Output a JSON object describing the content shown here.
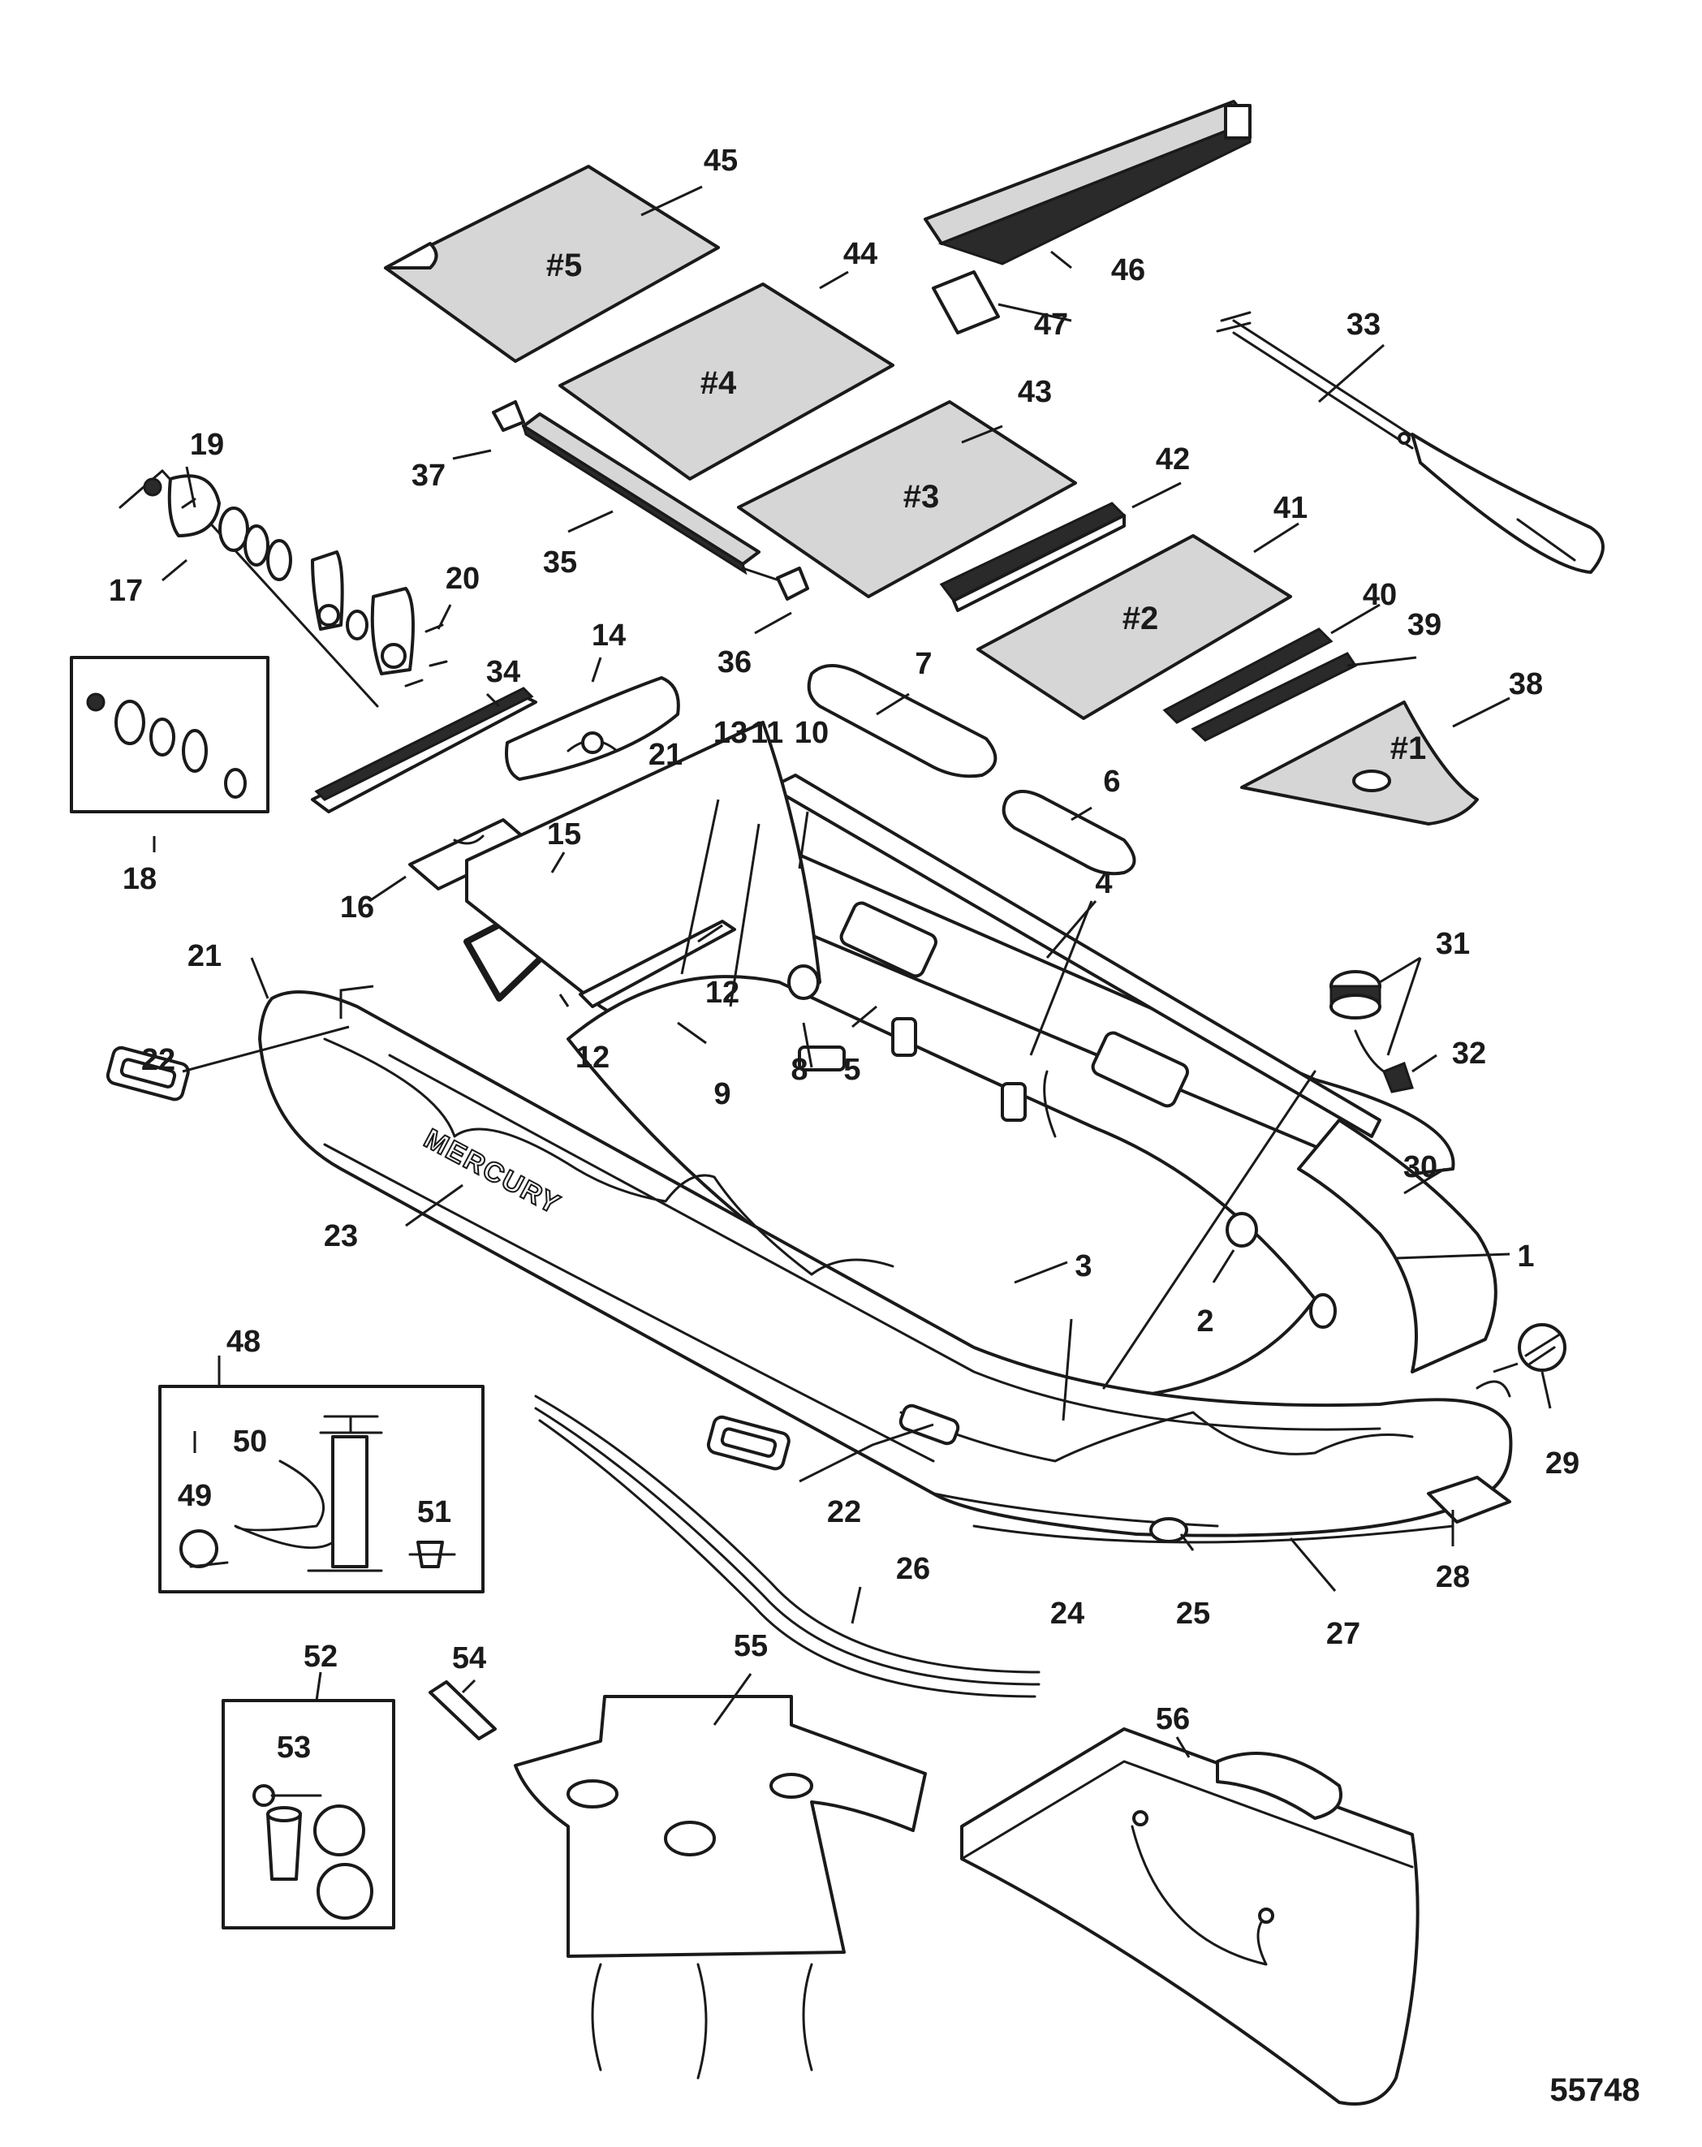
{
  "diagram": {
    "reference_number": "55748",
    "brand_mark": "MERCURY",
    "floor_panels": [
      "#5",
      "#4",
      "#3",
      "#2",
      "#1"
    ],
    "callouts": {
      "c1": "1",
      "c2": "2",
      "c3": "3",
      "c4": "4",
      "c5": "5",
      "c6": "6",
      "c7": "7",
      "c8": "8",
      "c9": "9",
      "c10": "10",
      "c11": "11",
      "c12a": "12",
      "c12b": "12",
      "c13": "13",
      "c14": "14",
      "c15": "15",
      "c16": "16",
      "c17": "17",
      "c18": "18",
      "c19": "19",
      "c20": "20",
      "c21a": "21",
      "c21b": "21",
      "c22a": "22",
      "c22b": "22",
      "c23": "23",
      "c24": "24",
      "c25": "25",
      "c26": "26",
      "c27": "27",
      "c28": "28",
      "c29": "29",
      "c30": "30",
      "c31": "31",
      "c32": "32",
      "c33": "33",
      "c34": "34",
      "c35": "35",
      "c36": "36",
      "c37": "37",
      "c38": "38",
      "c39": "39",
      "c40": "40",
      "c41": "41",
      "c42": "42",
      "c43": "43",
      "c44": "44",
      "c45": "45",
      "c46": "46",
      "c47": "47",
      "c48": "48",
      "c49": "49",
      "c50": "50",
      "c51": "51",
      "c52": "52",
      "c53": "53",
      "c54": "54",
      "c55": "55",
      "c56": "56"
    }
  }
}
